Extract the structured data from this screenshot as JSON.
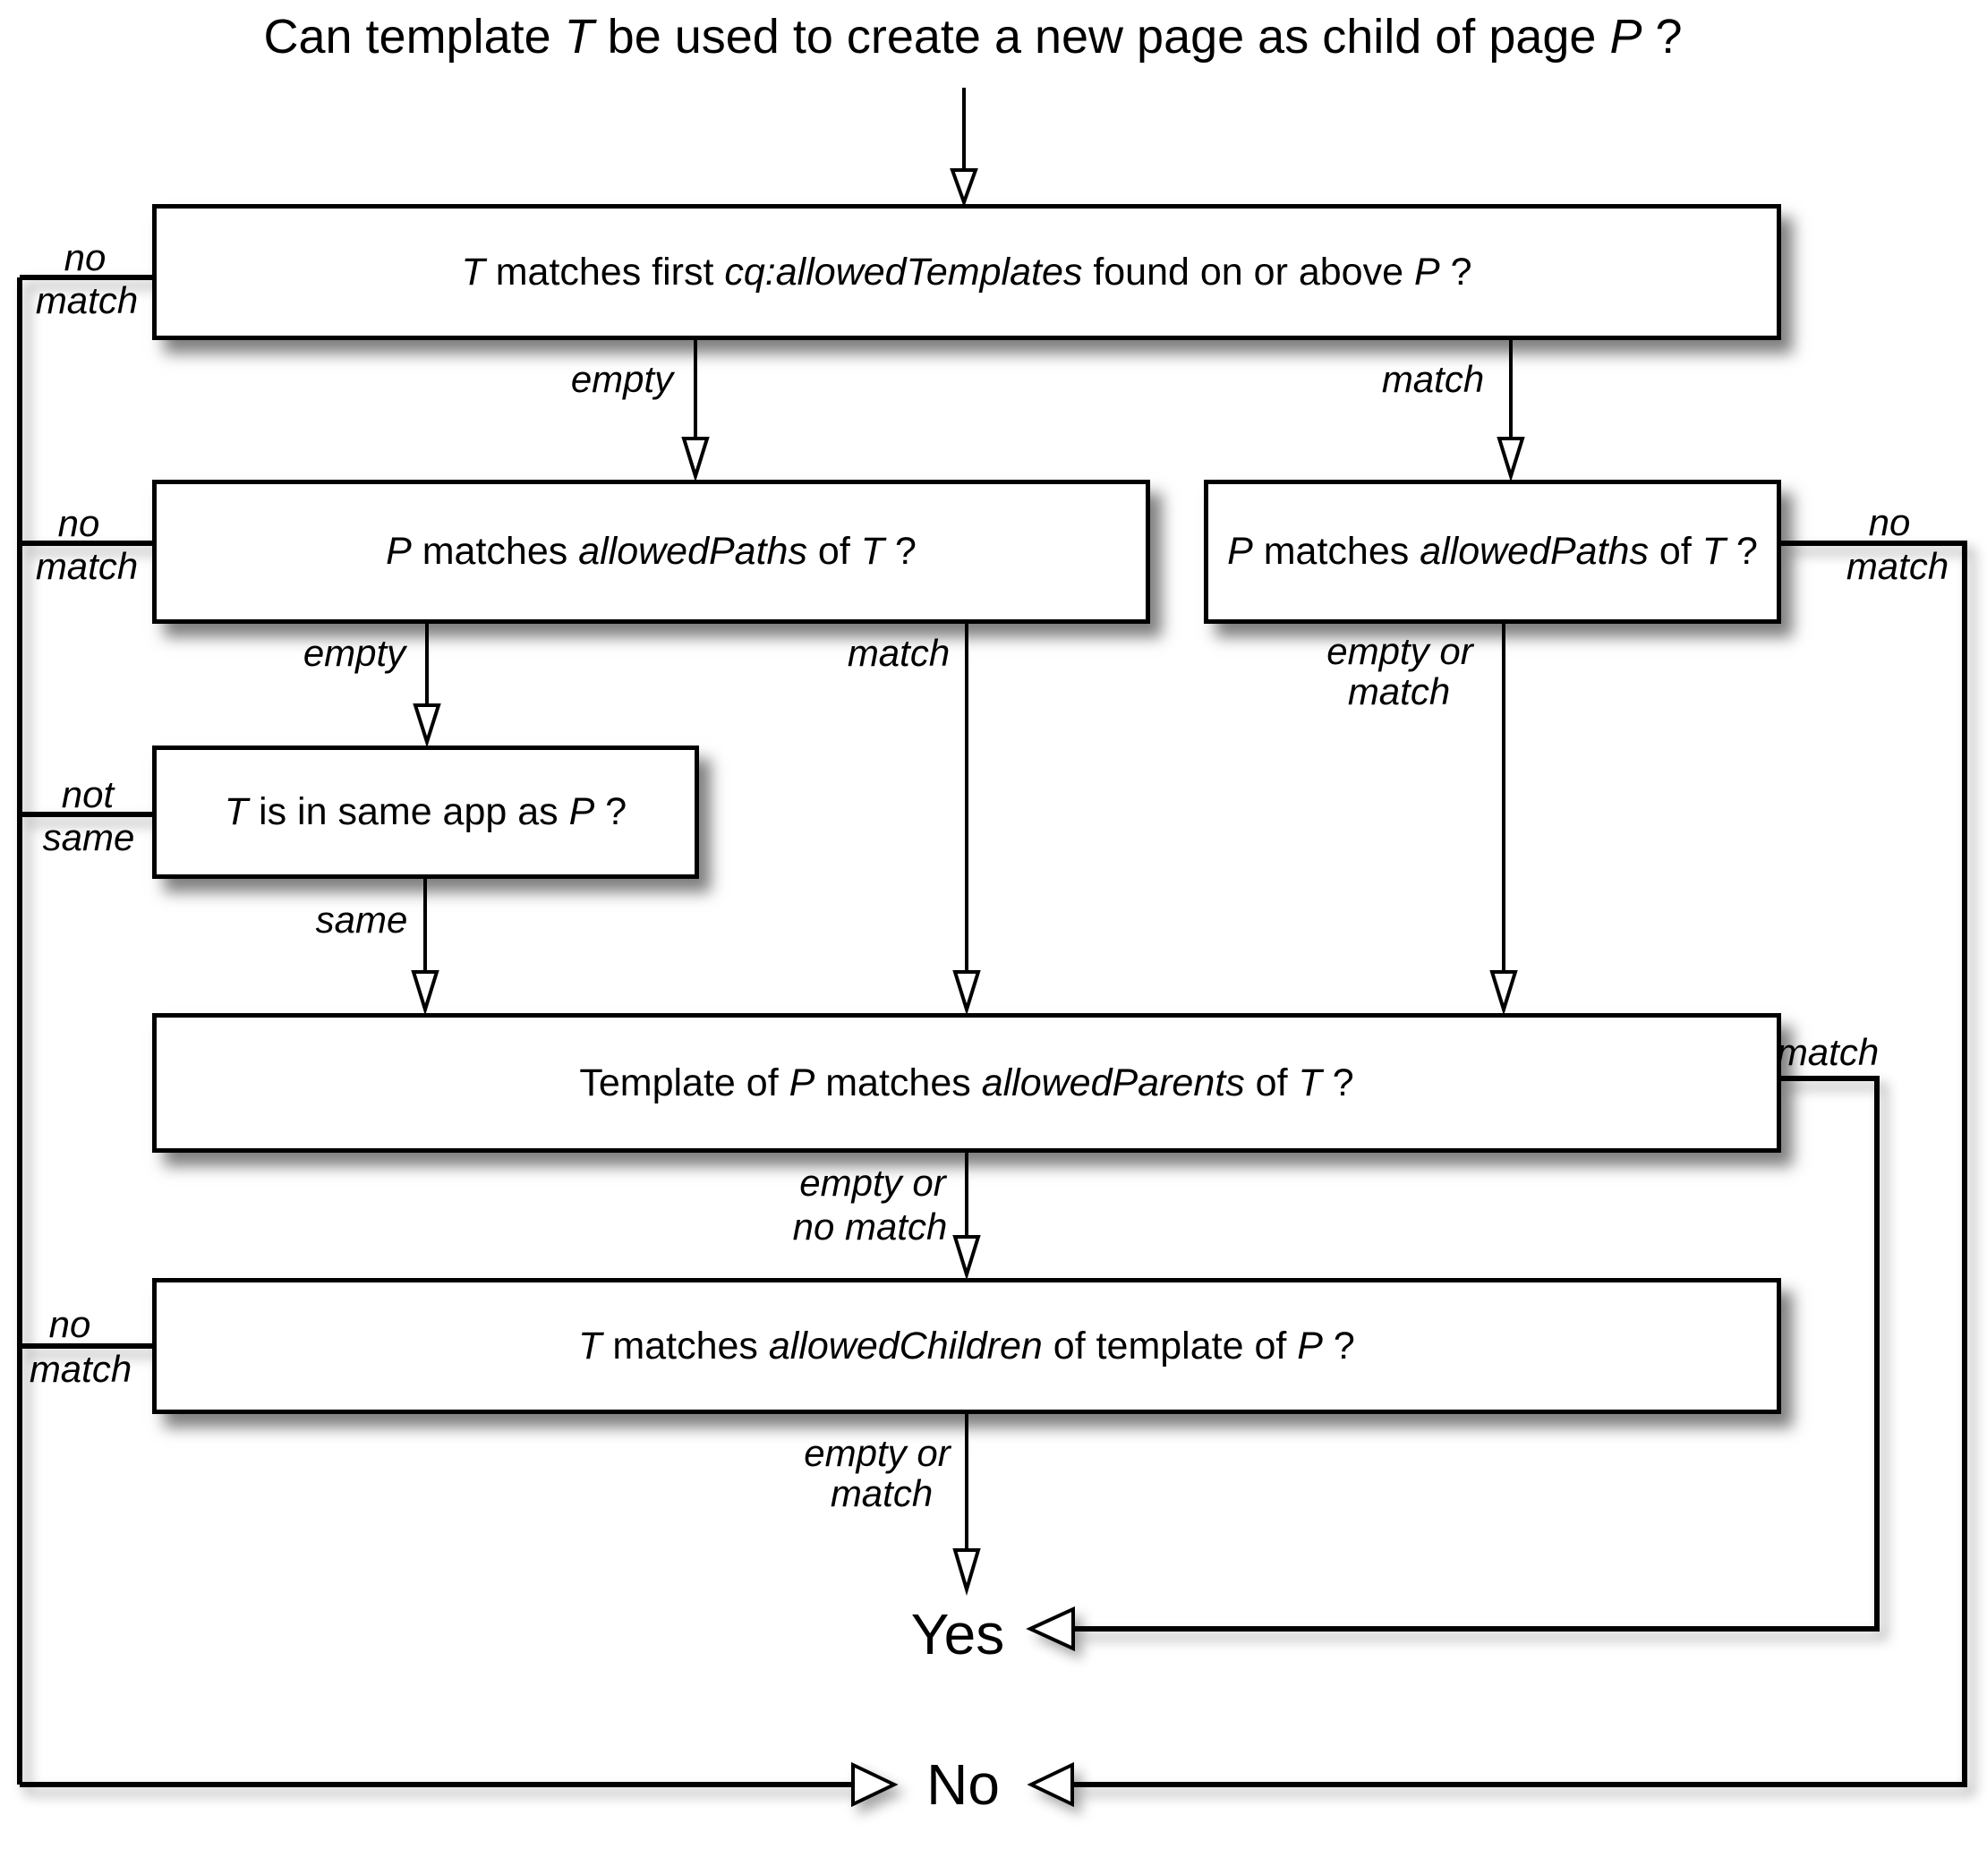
{
  "title": {
    "segments": [
      {
        "t": "Can template ",
        "i": false
      },
      {
        "t": "T",
        "i": true
      },
      {
        "t": " be used to create a new page as child of page ",
        "i": false
      },
      {
        "t": "P",
        "i": true
      },
      {
        "t": " ?",
        "i": false
      }
    ]
  },
  "boxes": {
    "allowed_templates": {
      "segments": [
        {
          "t": "T",
          "i": true
        },
        {
          "t": " matches first ",
          "i": false
        },
        {
          "t": "cq:allowedTemplates",
          "i": true
        },
        {
          "t": " found on or above ",
          "i": false
        },
        {
          "t": "P",
          "i": true
        },
        {
          "t": " ?",
          "i": false
        }
      ]
    },
    "allowed_paths_left": {
      "segments": [
        {
          "t": "P",
          "i": true
        },
        {
          "t": " matches ",
          "i": false
        },
        {
          "t": "allowedPaths",
          "i": true
        },
        {
          "t": " of ",
          "i": false
        },
        {
          "t": "T",
          "i": true
        },
        {
          "t": " ?",
          "i": false
        }
      ]
    },
    "allowed_paths_right": {
      "segments": [
        {
          "t": "P",
          "i": true
        },
        {
          "t": " matches ",
          "i": false
        },
        {
          "t": "allowedPaths",
          "i": true
        },
        {
          "t": " of ",
          "i": false
        },
        {
          "t": "T",
          "i": true
        },
        {
          "t": " ?",
          "i": false
        }
      ]
    },
    "same_app": {
      "segments": [
        {
          "t": "T",
          "i": true
        },
        {
          "t": " is in same app as ",
          "i": false
        },
        {
          "t": "P",
          "i": true
        },
        {
          "t": " ?",
          "i": false
        }
      ]
    },
    "allowed_parents": {
      "segments": [
        {
          "t": "Template of ",
          "i": false
        },
        {
          "t": "P",
          "i": true
        },
        {
          "t": " matches ",
          "i": false
        },
        {
          "t": "allowedParents",
          "i": true
        },
        {
          "t": " of ",
          "i": false
        },
        {
          "t": "T",
          "i": true
        },
        {
          "t": " ?",
          "i": false
        }
      ]
    },
    "allowed_children": {
      "segments": [
        {
          "t": "T",
          "i": true
        },
        {
          "t": " matches ",
          "i": false
        },
        {
          "t": "allowedChildren",
          "i": true
        },
        {
          "t": " of template of ",
          "i": false
        },
        {
          "t": "P",
          "i": true
        },
        {
          "t": " ?",
          "i": false
        }
      ]
    }
  },
  "labels": {
    "b1_left": [
      "no",
      "match"
    ],
    "b1_empty": [
      "empty"
    ],
    "b1_match": [
      "match"
    ],
    "b2_left": [
      "no",
      "match"
    ],
    "b2_empty": [
      "empty"
    ],
    "b2_match": [
      "match"
    ],
    "b3_right": [
      "no",
      "match"
    ],
    "b3_down": [
      "empty or",
      "match"
    ],
    "b4_left": [
      "not",
      "same"
    ],
    "b4_same": [
      "same"
    ],
    "b5_match": [
      "match"
    ],
    "b5_down": [
      "empty or",
      "no match"
    ],
    "b6_left": [
      "no",
      "match"
    ],
    "b6_down": [
      "empty or",
      "match"
    ]
  },
  "results": {
    "yes": "Yes",
    "no": "No"
  },
  "colors": {
    "line": "#000000",
    "box_border": "#000000",
    "box_fill": "#ffffff",
    "background": "#ffffff",
    "text": "#000000"
  }
}
